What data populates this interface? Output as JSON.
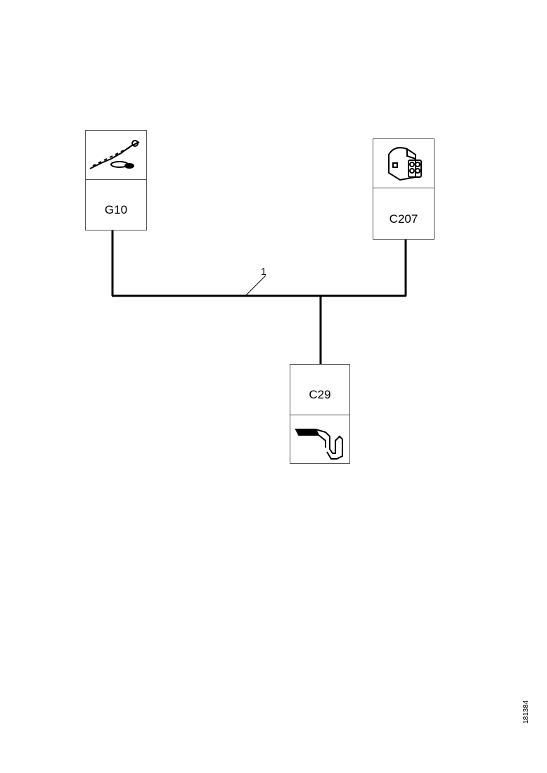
{
  "components": {
    "g10": {
      "label": "G10",
      "icon": "ground-strap-icon"
    },
    "c207": {
      "label": "C207",
      "icon": "connector-housing-icon"
    },
    "c29": {
      "label": "C29",
      "icon": "terminal-clip-icon"
    }
  },
  "wire_callout": "1",
  "doc_number": "181384"
}
